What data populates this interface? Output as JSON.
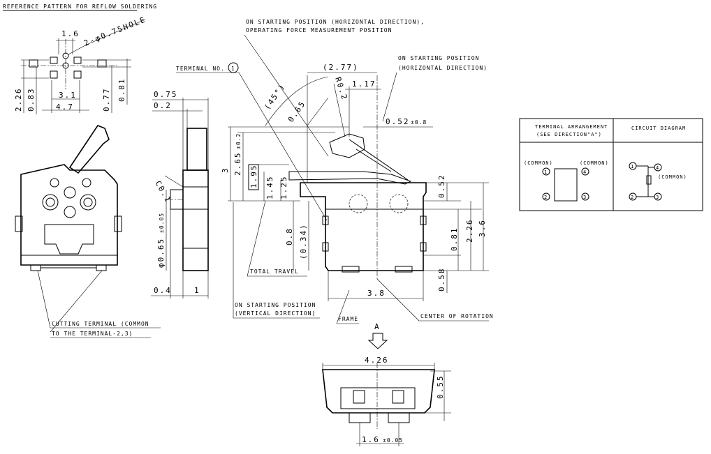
{
  "labels": {
    "reference_pattern": "REFERENCE PATTERN FOR REFLOW SOLDERING",
    "hole_spec": "2-φ0.75HOLE",
    "on_start_horiz_force_1": "ON STARTING POSITION (HORIZONTAL DIRECTION),",
    "on_start_horiz_force_2": "OPERATING FORCE MEASUREMENT POSITION",
    "terminal_no": "TERMINAL NO.",
    "terminal_no_circle": "1",
    "on_start_horiz_1": "ON STARTING POSITION",
    "on_start_horiz_2": "(HORIZONTAL DIRECTION)",
    "total_travel": "TOTAL TRAVEL",
    "on_start_vert_1": "ON STARTING POSITION",
    "on_start_vert_2": "(VERTICAL DIRECTION)",
    "frame": "FRAME",
    "center_of_rotation": "CENTER OF ROTATION",
    "cutting_terminal_1": "CUTTING TERMINAL (COMMON",
    "cutting_terminal_2": "TO THE TERMINAL-2,3)",
    "view_a": "A"
  },
  "dims": {
    "d1_6_top": "1.6",
    "d2_26_left": "2.26",
    "d0_83": "0.83",
    "d3_1": "3.1",
    "d4_7": "4.7",
    "d0_77": "0.77",
    "d0_81_top": "0.81",
    "d0_75": "0.75",
    "d0_2": "0.2",
    "dC0_1": "C0.1",
    "dphi0_65": "φ0.65",
    "dphi0_65_tol": "±0.05",
    "d0_4": "0.4",
    "d1": "1",
    "d2_77": "(2.77)",
    "dR0_2": "R0.2",
    "d1_17": "1.17",
    "d45": "(45°)",
    "d0_65": "0.65",
    "d0_52": "0.52",
    "d0_52_tol": "±0.8",
    "d3": "3",
    "d2_65": "2.65",
    "d2_65_tol": "±0.2",
    "d1_95": "1.95",
    "d1_45": "1.45",
    "d1_25": "1.25",
    "d0_8": "0.8",
    "d0_34": "(0.34)",
    "d3_8": "3.8",
    "d0_52r": "0.52",
    "d0_81r": "0.81",
    "d2_26r": "2.26",
    "d3_6": "3.6",
    "d0_58": "0.58",
    "d4_26": "4.26",
    "d0_55": "0.55",
    "d1_6_bot": "1.6",
    "d1_6_bot_tol": "±0.05"
  },
  "table": {
    "col1_title_1": "TERMINAL ARRANGEMENT",
    "col1_title_2": "(SEE DIRECTION\"A\")",
    "col2_title": "CIRCUIT DIAGRAM",
    "common_left": "(COMMON)",
    "common_right": "(COMMON)",
    "common_circuit": "(COMMON)",
    "t1": "1",
    "t2": "2",
    "t3": "3",
    "t4": "4"
  }
}
